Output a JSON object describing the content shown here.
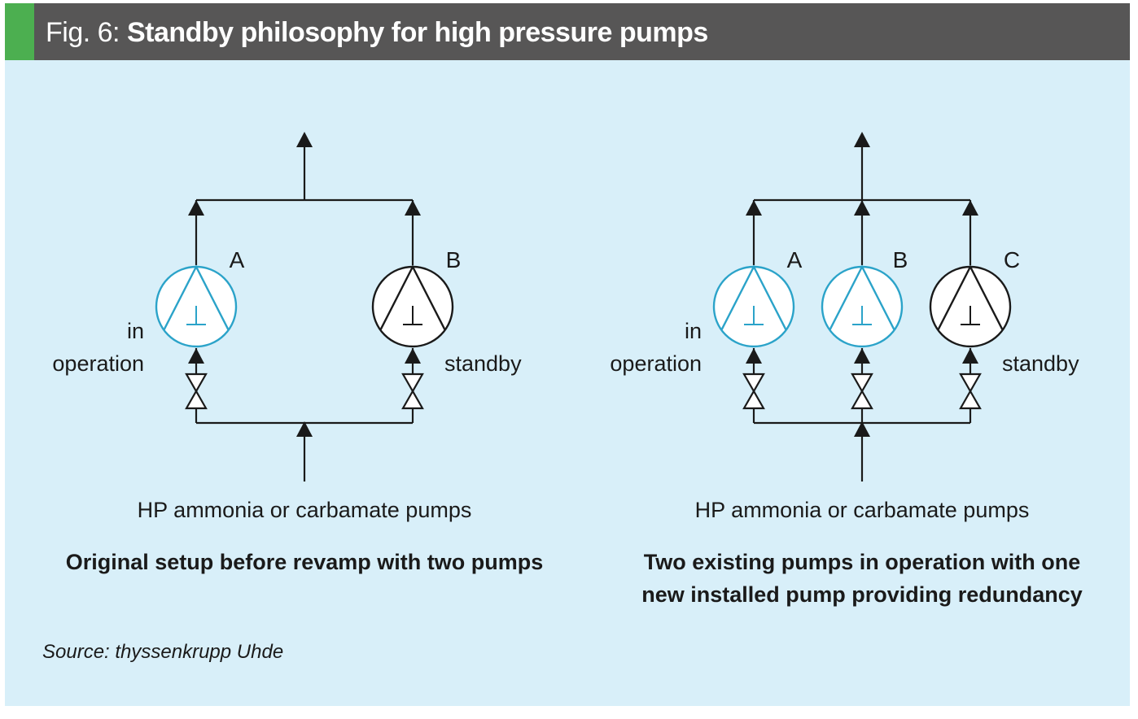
{
  "header": {
    "prefix": "Fig. 6: ",
    "title": "Standby philosophy for high pressure pumps"
  },
  "colors": {
    "header_bg": "#575656",
    "accent": "#4caf50",
    "panel_bg": "#d8eff9",
    "operating_pump": "#2ba3c9",
    "standby_pump": "#1a1a1a"
  },
  "left": {
    "pumps": [
      {
        "label": "A",
        "state": "operating"
      },
      {
        "label": "B",
        "state": "standby"
      }
    ],
    "in_label": "in",
    "operation_label": "operation",
    "standby_label": "standby",
    "pump_group_label": "HP ammonia or carbamate pumps",
    "caption": "Original setup before revamp with two pumps"
  },
  "right": {
    "pumps": [
      {
        "label": "A",
        "state": "operating"
      },
      {
        "label": "B",
        "state": "operating"
      },
      {
        "label": "C",
        "state": "standby"
      }
    ],
    "in_label": "in",
    "operation_label": "operation",
    "standby_label": "standby",
    "pump_group_label": "HP ammonia or carbamate pumps",
    "caption_line1": "Two existing pumps in operation with one",
    "caption_line2": "new installed pump providing redundancy"
  },
  "source": "Source: thyssenkrupp Uhde"
}
